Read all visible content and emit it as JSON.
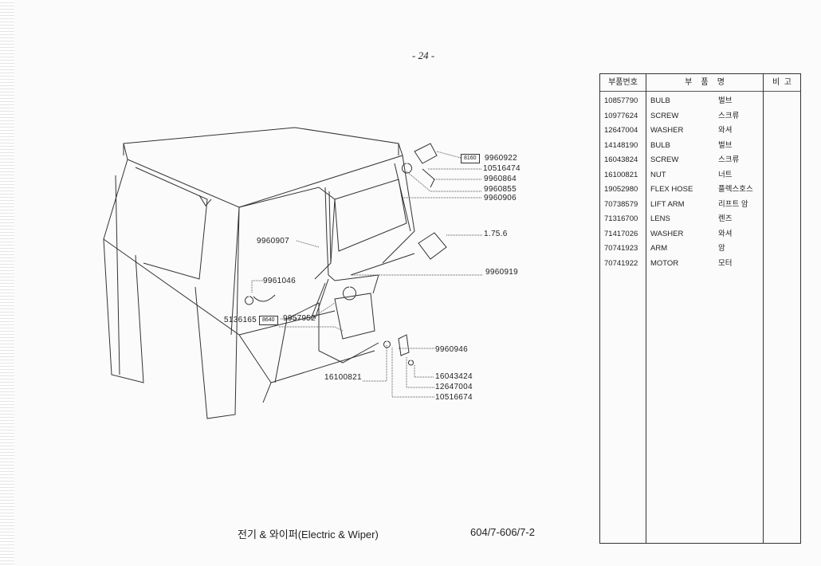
{
  "page_number": "- 24 -",
  "table": {
    "headers": {
      "part_no": "부품번호",
      "name": "부    품    명",
      "remarks": "비  고"
    },
    "rows": [
      {
        "no": "10857790",
        "en": "BULB",
        "ko": "벌브"
      },
      {
        "no": "10977624",
        "en": "SCREW",
        "ko": "스크류"
      },
      {
        "no": "12647004",
        "en": "WASHER",
        "ko": "와셔"
      },
      {
        "no": "14148190",
        "en": "BULB",
        "ko": "벌브"
      },
      {
        "no": "16043824",
        "en": "SCREW",
        "ko": "스크류"
      },
      {
        "no": "16100821",
        "en": "NUT",
        "ko": "너트"
      },
      {
        "no": "19052980",
        "en": "FLEX HOSE",
        "ko": "플렉스호스"
      },
      {
        "no": "70738579",
        "en": "LIFT ARM",
        "ko": "리프트 암"
      },
      {
        "no": "71316700",
        "en": "LENS",
        "ko": "렌즈"
      },
      {
        "no": "71417026",
        "en": "WASHER",
        "ko": "와셔"
      },
      {
        "no": "70741923",
        "en": "ARM",
        "ko": "암"
      },
      {
        "no": "70741922",
        "en": "MOTOR",
        "ko": "모터"
      }
    ]
  },
  "diagram_labels": {
    "l1": "9960922",
    "box1": "8160",
    "l2": "10516474",
    "l3": "9960864",
    "l4": "9960855",
    "l5": "9960906",
    "l6": "1.75.6",
    "l7": "9960907",
    "l8": "9960919",
    "l9": "9961046",
    "l10": "5136165",
    "box2": "8640",
    "l11": "9957952",
    "l12": "9960946",
    "l13": "16100821",
    "l14": "16043424",
    "l15": "12647004",
    "l16": "10516674"
  },
  "caption": "전기 & 와이퍼(Electric & Wiper)",
  "model": "604/7-606/7-2"
}
